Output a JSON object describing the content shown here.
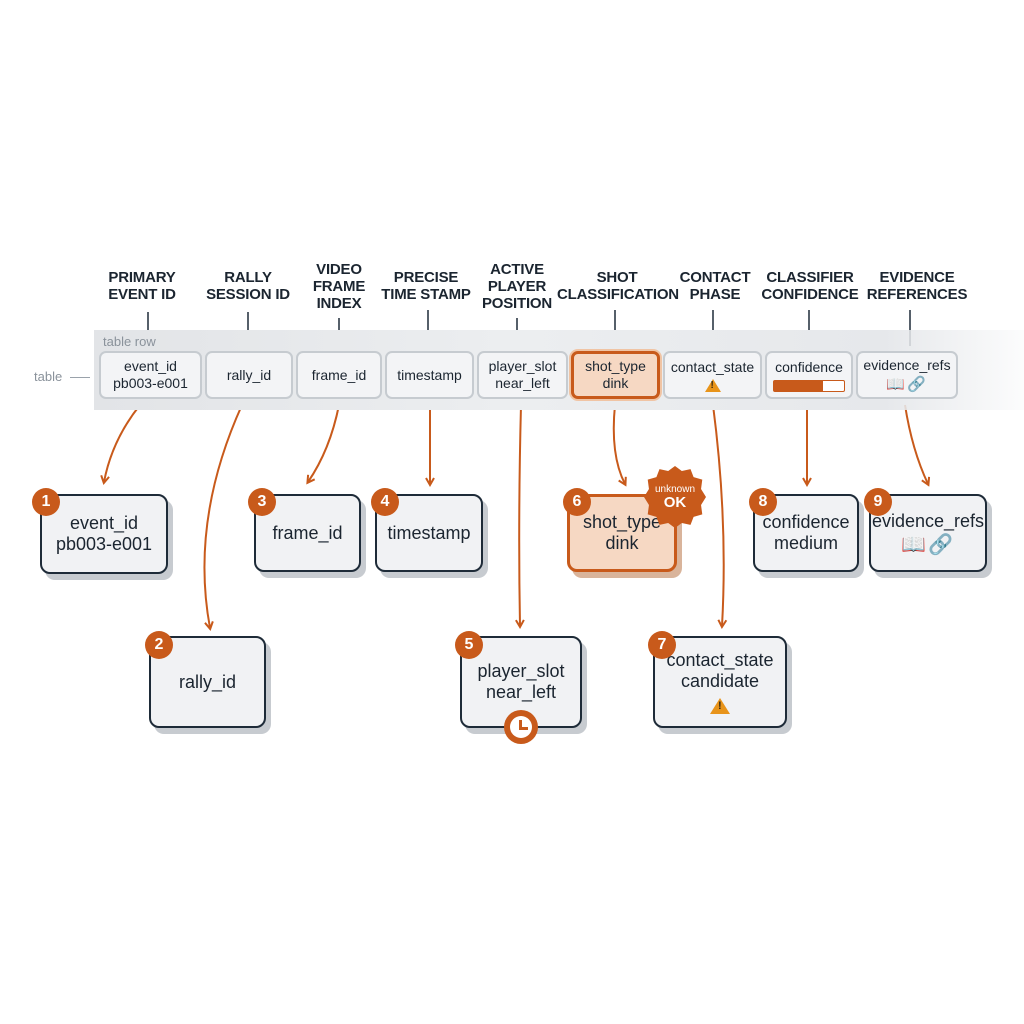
{
  "table_label": "table",
  "row_label": "table row",
  "colors": {
    "accent": "#c85a1b",
    "dark": "#1e2b38",
    "cell_bg": "#f3f4f6",
    "warning": "#e8941a"
  },
  "columns": [
    {
      "header": "PRIMARY\nEVENT ID",
      "cell_line1": "event_id",
      "cell_line2": "pb003-e001"
    },
    {
      "header": "RALLY\nSESSION ID",
      "cell_line1": "rally_id",
      "cell_line2": ""
    },
    {
      "header": "VIDEO\nFRAME\nINDEX",
      "cell_line1": "frame_id",
      "cell_line2": ""
    },
    {
      "header": "PRECISE\nTIME STAMP",
      "cell_line1": "timestamp",
      "cell_line2": ""
    },
    {
      "header": "ACTIVE\nPLAYER\nPOSITION",
      "cell_line1": "player_slot",
      "cell_line2": "near_left"
    },
    {
      "header": "SHOT\nCLASSIFICATION",
      "cell_line1": "shot_type",
      "cell_line2": "dink",
      "highlighted": true
    },
    {
      "header": "CONTACT\nPHASE",
      "cell_line1": "contact_state",
      "cell_line2": "",
      "icon": "warning-icon"
    },
    {
      "header": "CLASSIFIER\nCONFIDENCE",
      "cell_line1": "confidence",
      "cell_line2": "",
      "bar_level": 0.7
    },
    {
      "header": "EVIDENCE\nREFERENCES",
      "cell_line1": "evidence_refs",
      "cell_line2": "",
      "icons": [
        "book-icon",
        "link-icon"
      ]
    }
  ],
  "boxes": [
    {
      "number": "1",
      "line1": "event_id",
      "line2": "pb003-e001"
    },
    {
      "number": "2",
      "line1": "rally_id",
      "line2": ""
    },
    {
      "number": "3",
      "line1": "frame_id",
      "line2": ""
    },
    {
      "number": "4",
      "line1": "timestamp",
      "line2": ""
    },
    {
      "number": "5",
      "line1": "player_slot",
      "line2": "near_left",
      "icon": "clock-icon"
    },
    {
      "number": "6",
      "line1": "shot_type",
      "line2": "dink",
      "highlighted": true,
      "seal_line1": "unknown",
      "seal_line2": "OK"
    },
    {
      "number": "7",
      "line1": "contact_state",
      "line2": "candidate",
      "icon": "warning-icon"
    },
    {
      "number": "8",
      "line1": "confidence",
      "line2": "medium"
    },
    {
      "number": "9",
      "line1": "evidence_refs",
      "line2": "",
      "icons": [
        "book-icon",
        "link-icon"
      ]
    }
  ]
}
